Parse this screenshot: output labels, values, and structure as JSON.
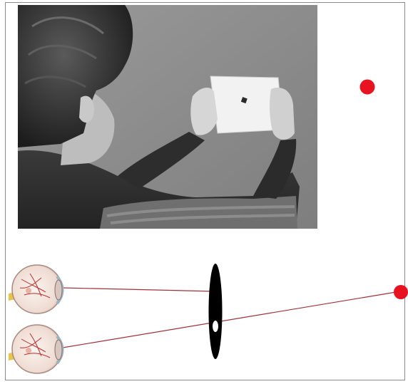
{
  "colors": {
    "frame": "#8a8a8a",
    "wall": "#8f8f8f",
    "target_dot": "#e81320",
    "sightline": "#a0303a",
    "card": "#000000",
    "eye_sclera": "#f4ece6",
    "eye_vessels": "#c02a2a"
  },
  "icons": {
    "photo_target": "red-dot",
    "diagram_target": "red-dot",
    "eyes": "eyeball-cross-section",
    "card": "black-oval-card-with-hole"
  }
}
